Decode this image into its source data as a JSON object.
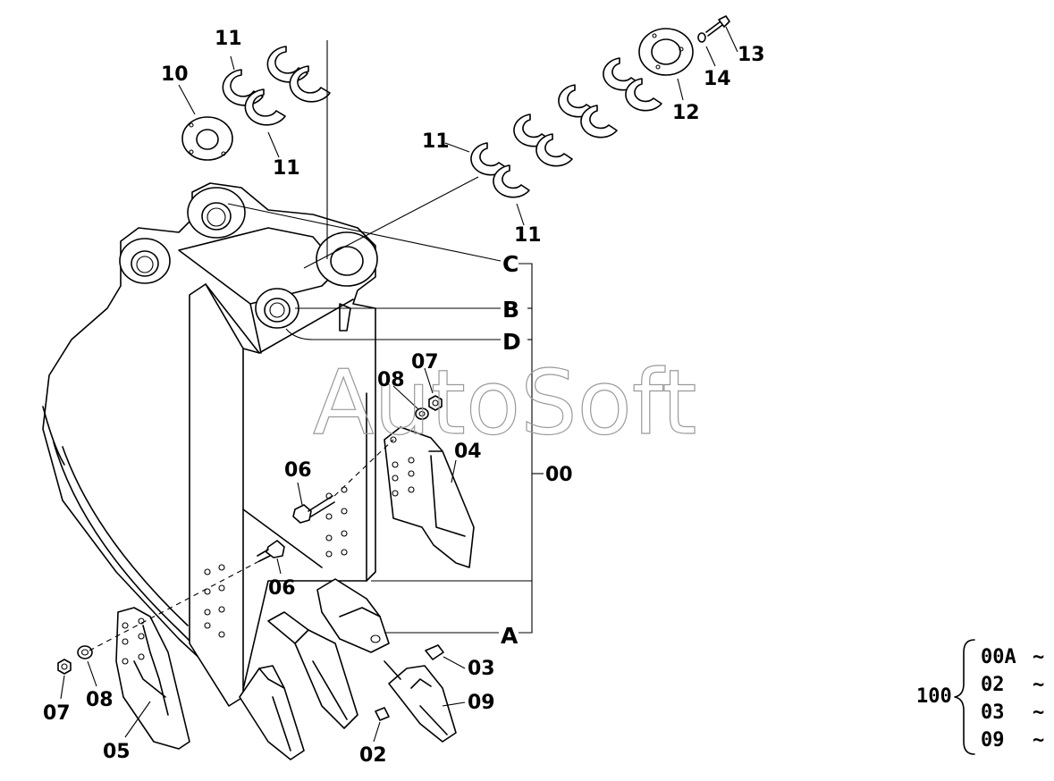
{
  "watermark": "AutoSoft",
  "callouts": {
    "p00": "00",
    "p02": "02",
    "p03": "03",
    "p04": "04",
    "p05": "05",
    "p06a": "06",
    "p06b": "06",
    "p07a": "07",
    "p07b": "07",
    "p08a": "08",
    "p08b": "08",
    "p09": "09",
    "p10": "10",
    "p11a": "11",
    "p11b": "11",
    "p11c": "11",
    "p11d": "11",
    "p12": "12",
    "p13": "13",
    "p14": "14"
  },
  "pins": {
    "A": "A",
    "B": "B",
    "C": "C",
    "D": "D"
  },
  "assembly": {
    "number": "100",
    "rows": [
      "00A",
      "02",
      "03",
      "09"
    ],
    "tilde": "~"
  }
}
